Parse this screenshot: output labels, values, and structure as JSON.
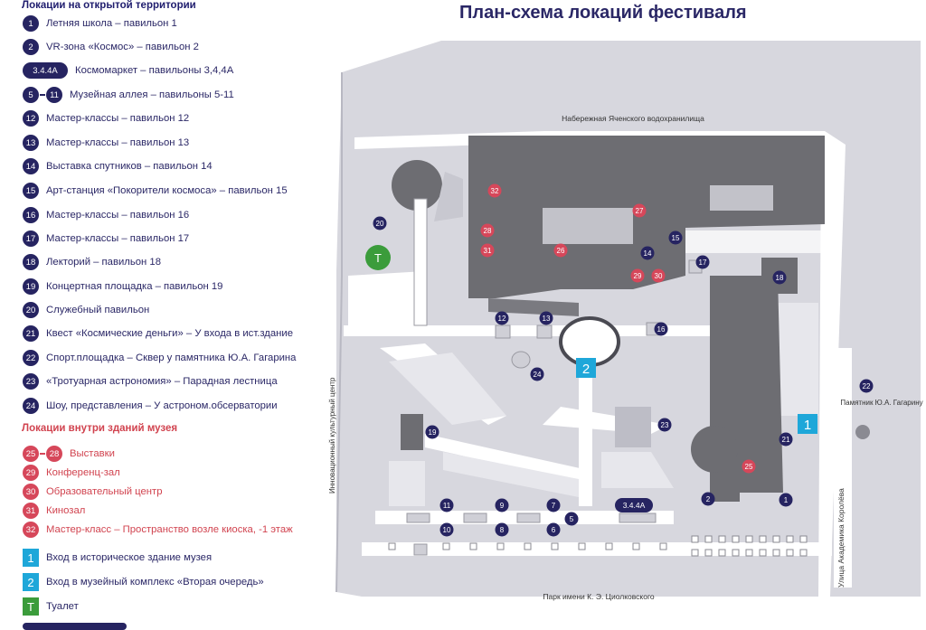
{
  "title": "План-схема локаций фестиваля",
  "legend": {
    "outdoor_heading": "Локации на открытой территории",
    "outdoor": [
      {
        "badge": "1",
        "label": "Летняя школа – павильон 1"
      },
      {
        "badge": "2",
        "label": "VR-зона «Космос» – павильон 2"
      },
      {
        "badge": "3.4.4А",
        "label": "Космомаркет – павильоны 3,4,4А"
      },
      {
        "badge": "5",
        "badge2": "11",
        "label": "Музейная аллея – павильоны 5-11"
      },
      {
        "badge": "12",
        "label": "Мастер-классы – павильон 12"
      },
      {
        "badge": "13",
        "label": "Мастер-классы – павильон 13"
      },
      {
        "badge": "14",
        "label": "Выставка спутников – павильон 14"
      },
      {
        "badge": "15",
        "label": "Арт-станция «Покорители космоса» – павильон 15"
      },
      {
        "badge": "16",
        "label": "Мастер-классы – павильон 16"
      },
      {
        "badge": "17",
        "label": "Мастер-классы – павильон 17"
      },
      {
        "badge": "18",
        "label": "Лекторий – павильон 18"
      },
      {
        "badge": "19",
        "label": "Концертная площадка – павильон 19"
      },
      {
        "badge": "20",
        "label": "Служебный павильон"
      },
      {
        "badge": "21",
        "label": "Квест «Космические деньги» – У входа в ист.здание"
      },
      {
        "badge": "22",
        "label": "Спорт.площадка – Сквер у памятника Ю.А. Гагарина"
      },
      {
        "badge": "23",
        "label": "«Тротуарная астрономия» – Парадная лестница"
      },
      {
        "badge": "24",
        "label": "Шоу, представления – У астроном.обсерватории"
      }
    ],
    "indoor_heading": "Локации внутри зданий музея",
    "indoor": [
      {
        "badge": "25",
        "badge2": "28",
        "label": "Выставки"
      },
      {
        "badge": "29",
        "label": "Конференц-зал"
      },
      {
        "badge": "30",
        "label": "Образовательный центр"
      },
      {
        "badge": "31",
        "label": "Кинозал"
      },
      {
        "badge": "32",
        "label": "Мастер-класс – Пространство возле киоска, -1 этаж"
      }
    ],
    "entrances": [
      {
        "badge": "1",
        "label": "Вход в историческое здание музея",
        "color": "#1ea7d9"
      },
      {
        "badge": "2",
        "label": "Вход в музейный комплекс «Вторая очередь»",
        "color": "#1ea7d9"
      },
      {
        "badge": "Т",
        "label": "Туалет",
        "color": "#3b9c3b"
      }
    ]
  },
  "map": {
    "labels": {
      "embankment": "Набережная Яченского водохранилища",
      "park": "Парк имени К. Э. Циолковского",
      "street": "Улица Академика Королёва",
      "innovation": "Инновационный культурный центр",
      "monument": "Памятник Ю.А. Гагарину"
    },
    "markers_blue": [
      "1",
      "2",
      "5",
      "6",
      "7",
      "8",
      "9",
      "10",
      "11",
      "12",
      "13",
      "14",
      "15",
      "16",
      "17",
      "18",
      "19",
      "20",
      "21",
      "22",
      "23",
      "24"
    ],
    "marker_market": "3.4.4А",
    "markers_red": [
      "25",
      "26",
      "27",
      "28",
      "29",
      "30",
      "31",
      "32"
    ],
    "entrance_1": "1",
    "entrance_2": "2",
    "toilet": "Т"
  },
  "colors": {
    "navy": "#262461",
    "red": "#d6475a",
    "cyan": "#1ea7d9",
    "green": "#3b9c3b",
    "building": "#6d6d72",
    "ground": "#d7d7de"
  }
}
